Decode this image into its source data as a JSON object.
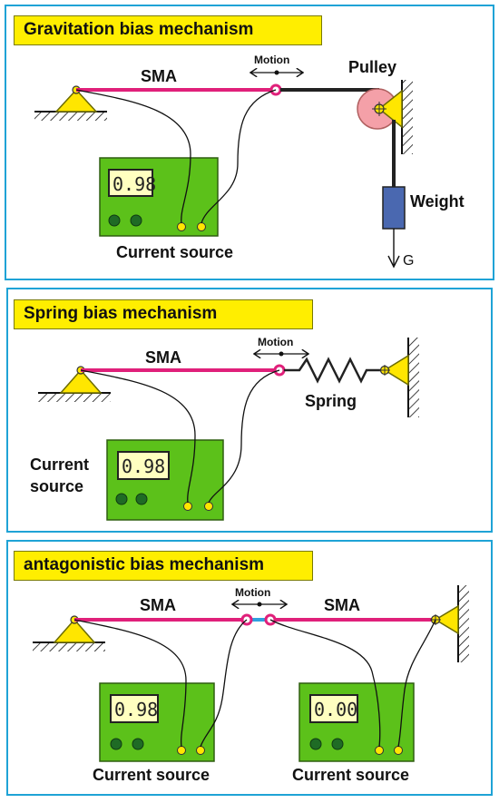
{
  "panels": [
    {
      "title": "Gravitation bias mechanism",
      "sma_label": "SMA",
      "motion_label": "Motion",
      "pulley_label": "Pulley",
      "weight_label": "Weight",
      "g_label": "G",
      "source": {
        "display": "0.98",
        "label": "Current source"
      }
    },
    {
      "title": "Spring bias mechanism",
      "sma_label": "SMA",
      "motion_label": "Motion",
      "spring_label": "Spring",
      "source": {
        "display": "0.98",
        "label_line1": "Current",
        "label_line2": "source"
      }
    },
    {
      "title": "antagonistic bias mechanism",
      "sma_left_label": "SMA",
      "sma_right_label": "SMA",
      "motion_label": "Motion",
      "sources": [
        {
          "display": "0.98",
          "label": "Current source"
        },
        {
          "display": "0.00",
          "label": "Current source"
        }
      ]
    }
  ],
  "colors": {
    "border": "#1fa3d6",
    "title_bg": "#ffee00",
    "sma": "#e0207a",
    "device": "#5cc11a",
    "display": "#ffffc0",
    "anchor": "#ffe600",
    "pulley": "#f4a0a8",
    "weight": "#4a68b0"
  }
}
